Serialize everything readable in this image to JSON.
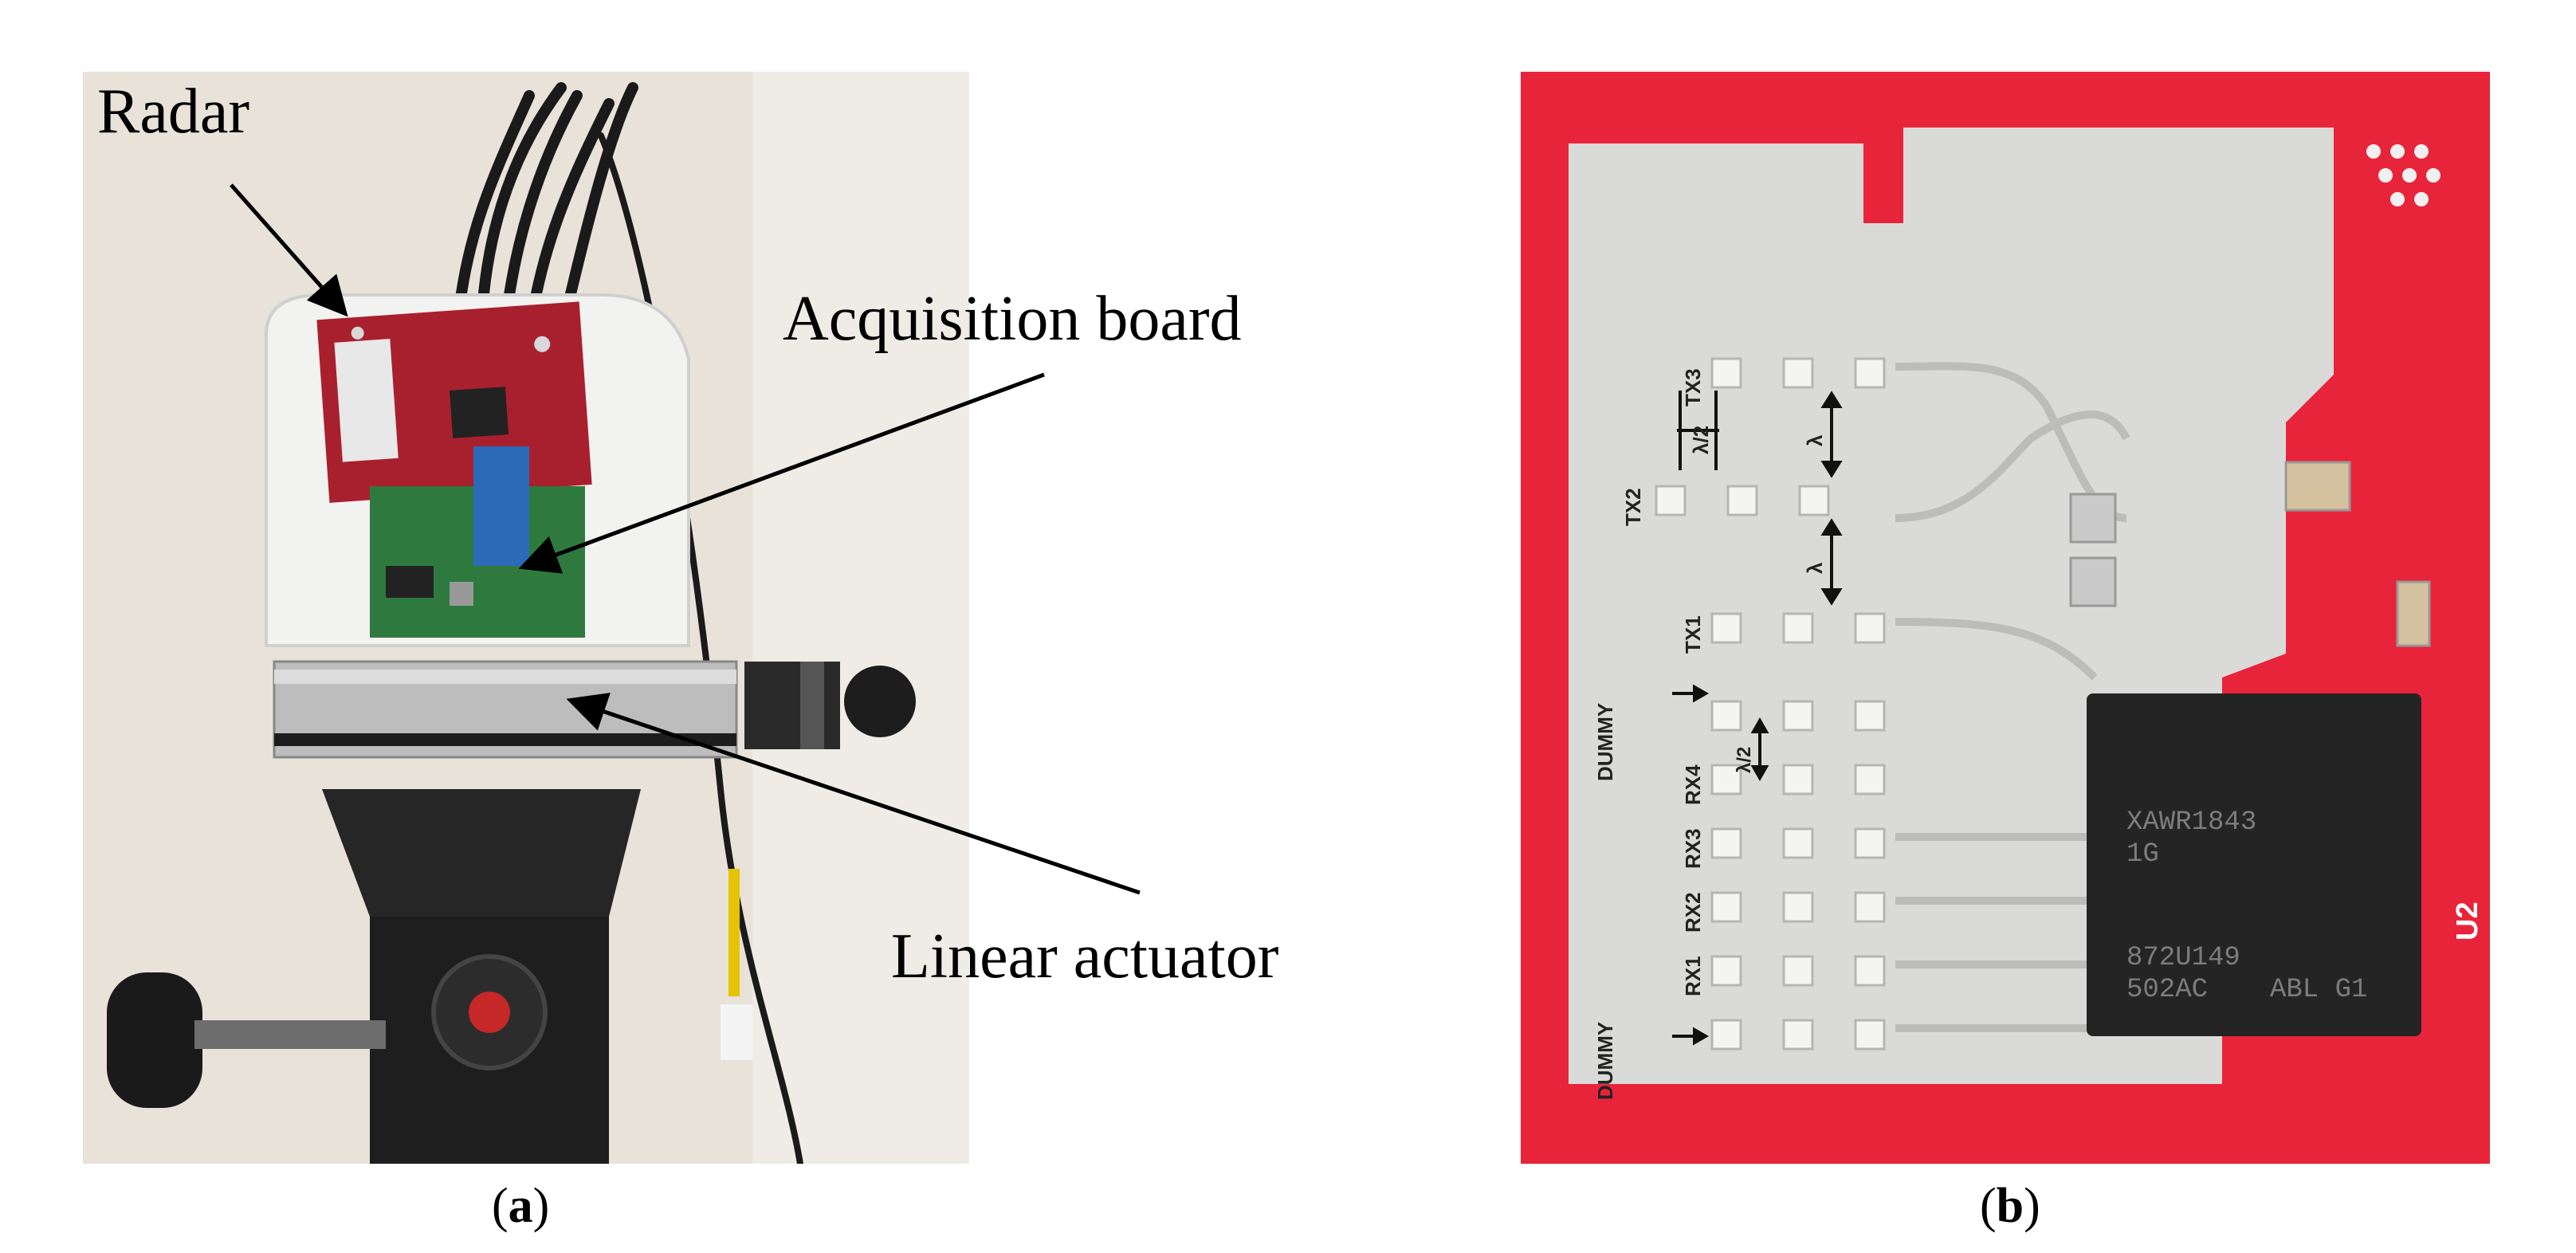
{
  "figure": {
    "panel_a": {
      "caption": "a",
      "labels": {
        "radar": "Radar",
        "acquisition_board": "Acquisition board",
        "linear_actuator": "Linear actuator"
      }
    },
    "panel_b": {
      "caption": "b",
      "antenna_labels": {
        "tx1": "TX1",
        "tx2": "TX2",
        "tx3": "TX3",
        "rx1": "RX1",
        "rx2": "RX2",
        "rx3": "RX3",
        "rx4": "RX4",
        "dummy_top": "DUMMY",
        "dummy_bottom": "DUMMY",
        "half_lambda_tx": "λ/2",
        "half_lambda_rx": "λ/2",
        "lambda_upper": "λ",
        "lambda_lower": "λ"
      },
      "chip": {
        "line1": "XAWR1843",
        "line2": "1G",
        "line3": "872U149",
        "line4": "502AC",
        "line5": "ABL G1",
        "silkscreen": "U2"
      }
    }
  },
  "colors": {
    "pcb_red": "#e8243a",
    "pcb_silver": "#dcdcdc",
    "chip_black": "#242424",
    "wall": "#e9e4da"
  }
}
